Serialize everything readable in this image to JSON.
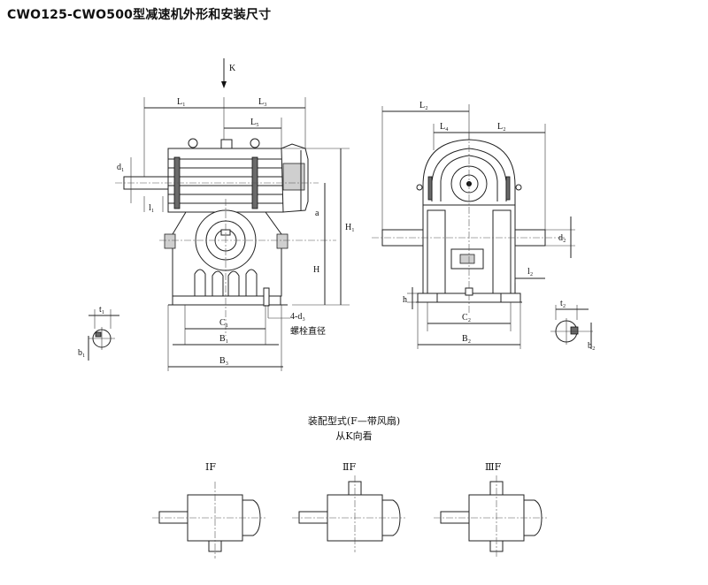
{
  "title": "CWO125-CWO500型减速机外形和安装尺寸",
  "dimensions": {
    "K": "K",
    "L1": "L₁",
    "L3": "L₃",
    "L5": "L₅",
    "d1": "d₁",
    "l1": "l₁",
    "a": "a",
    "H1": "H₁",
    "H": "H",
    "C1": "C₁",
    "B1": "B₁",
    "B3": "B₃",
    "d3": "4-d₃",
    "bolt": "螺栓直径",
    "t1": "t₁",
    "b1": "b₁",
    "L2_top": "L₂",
    "L4": "L₄",
    "L2_right": "L₂",
    "d2": "d₂",
    "l2": "l₂",
    "h": "h",
    "C2": "C₂",
    "B2": "B₂",
    "t2": "t₂",
    "b2": "b₂"
  },
  "assembly": {
    "caption_line1": "装配型式(F—带风扇)",
    "caption_line2": "从K向看",
    "variants": [
      "ⅠF",
      "ⅡF",
      "ⅢF"
    ]
  }
}
